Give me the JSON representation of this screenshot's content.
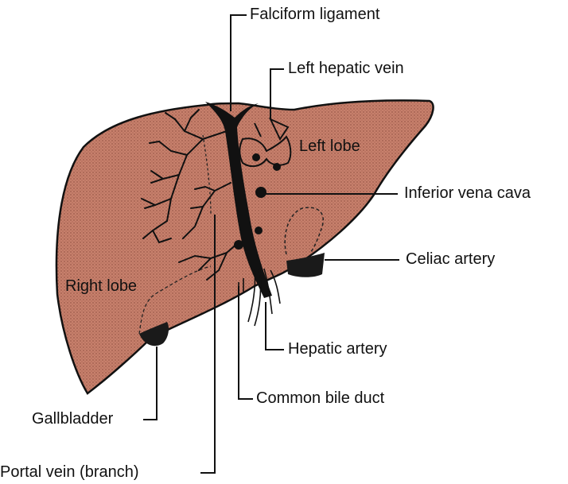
{
  "labels": {
    "falciform_ligament": "Falciform ligament",
    "left_hepatic_vein": "Left hepatic vein",
    "left_lobe": "Left lobe",
    "inferior_vena_cava": "Inferior vena cava",
    "celiac_artery": "Celiac artery",
    "right_lobe": "Right lobe",
    "hepatic_artery": "Hepatic artery",
    "common_bile_duct": "Common bile duct",
    "gallbladder": "Gallbladder",
    "portal_vein_branch": "Portal vein (branch)"
  },
  "colors": {
    "liver_fill": "#c7806c",
    "liver_stipple": "#8a4a3c",
    "outline": "#111111",
    "background": "#ffffff"
  }
}
